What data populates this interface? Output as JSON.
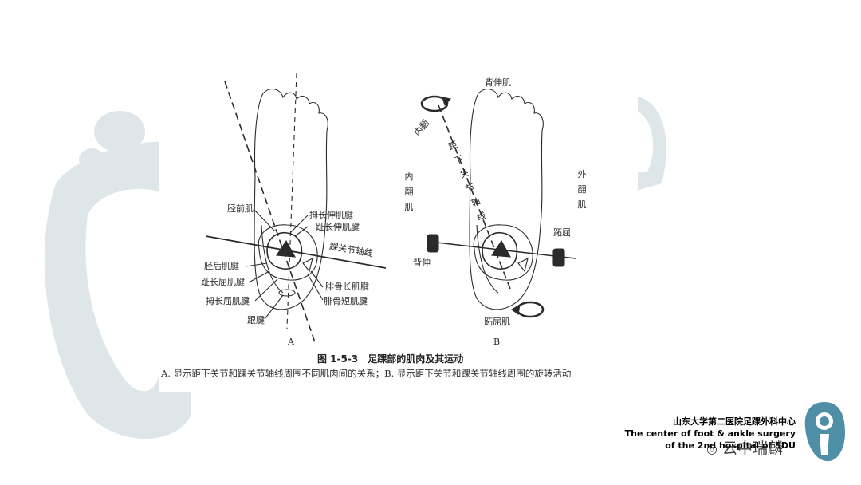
{
  "figure": {
    "panel_a": {
      "letter": "A",
      "axis_label": "踝关节轴线",
      "labels": {
        "tibialis_anterior": "胫前肌",
        "ehl_tendon": "拇长伸肌腱",
        "edl_tendon": "趾长伸肌腱",
        "tibialis_posterior_tendon": "胫后肌腱",
        "fdl_tendon": "趾长屈肌腱",
        "fhl_tendon": "拇长屈肌腱",
        "achilles_tendon": "跟腱",
        "peroneus_longus_tendon": "腓骨长肌腱",
        "peroneus_brevis_tendon": "腓骨短肌腱"
      }
    },
    "panel_b": {
      "letter": "B",
      "dorsiflexor_label": "背伸肌",
      "inversion_label": "内翻",
      "subtalar_axis_label": "距下关节轴线",
      "invertor_label": "内翻肌",
      "evertor_label": "外翻肌",
      "dorsiflexion_label": "背伸",
      "plantarflexion_label": "跖屈",
      "plantarflexor_label": "跖屈肌"
    },
    "caption_title": "图 1-5-3　足踝部的肌肉及其运动",
    "caption_body": "A. 显示距下关节和踝关节轴线周围不同肌肉间的关系；B. 显示距下关节和踝关节轴线周围的旋转活动"
  },
  "footer": {
    "org_cn": "山东大学第二医院足踝外科中心",
    "org_en_line1": "The center of foot & ankle surgery",
    "org_en_line2": "of the 2nd hospital of SDU"
  },
  "watermark": {
    "text": "云中瑞麟"
  },
  "colors": {
    "background_shape": "#d9e1e6",
    "logo": "#4e8fa6",
    "line": "#2b2b2b"
  }
}
